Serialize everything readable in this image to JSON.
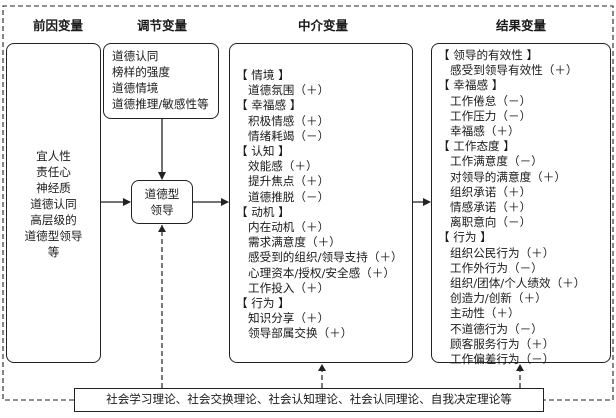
{
  "headers": {
    "antecedent": "前因变量",
    "moderator": "调节变量",
    "mediator": "中介变量",
    "outcome": "结果变量"
  },
  "antecedent": {
    "lines": [
      "宜人性",
      "责任心",
      "神经质",
      "道德认同",
      "高层级的",
      "道德型领导",
      "等"
    ]
  },
  "moderator": {
    "lines": [
      "道德认同",
      "榜样的强度",
      "道德情境",
      "道德推理/敏感性等"
    ]
  },
  "center": {
    "lines": [
      "道德型",
      "领导"
    ]
  },
  "mediator": {
    "sections": [
      {
        "title": "【 情境 】",
        "items": [
          "道德氛围（＋）"
        ]
      },
      {
        "title": "【 幸福感 】",
        "items": [
          "积极情感（＋）",
          "情绪耗竭（－）"
        ]
      },
      {
        "title": "【 认知 】",
        "items": [
          "效能感（＋）",
          "提升焦点（＋）",
          "道德推脱（－）"
        ]
      },
      {
        "title": "【 动机 】",
        "items": [
          "内在动机（＋）",
          "需求满意度（＋）",
          "感受到的组织/领导支持（＋）",
          "心理资本/授权/安全感（＋）",
          "工作投入（＋）"
        ]
      },
      {
        "title": "【 行为 】",
        "items": [
          "知识分享（＋）",
          "领导部属交换（＋）"
        ]
      }
    ]
  },
  "outcome": {
    "sections": [
      {
        "title": "【 领导的有效性 】",
        "items": [
          "感受到领导有效性（＋）"
        ]
      },
      {
        "title": "【 幸福感 】",
        "items": [
          "工作倦怠（－）",
          "工作压力（－）",
          "幸福感（＋）"
        ]
      },
      {
        "title": "【 工作态度 】",
        "items": [
          "工作满意度（－）",
          "对领导的满意度（＋）",
          "组织承诺（＋）",
          "情感承诺（＋）",
          "离职意向（－）"
        ]
      },
      {
        "title": "【 行为 】",
        "items": [
          "组织公民行为（＋）",
          "工作外行为（－）",
          "组织/团体/个人绩效（＋）",
          "创造力/创新（＋）",
          "主动性（＋）",
          "不道德行为（－）",
          "顾客服务行为（＋）",
          "工作偏差行为（－）"
        ]
      }
    ]
  },
  "theories": "社会学习理论、社会交换理论、社会认知理论、社会认同理论、自我决定理论等"
}
